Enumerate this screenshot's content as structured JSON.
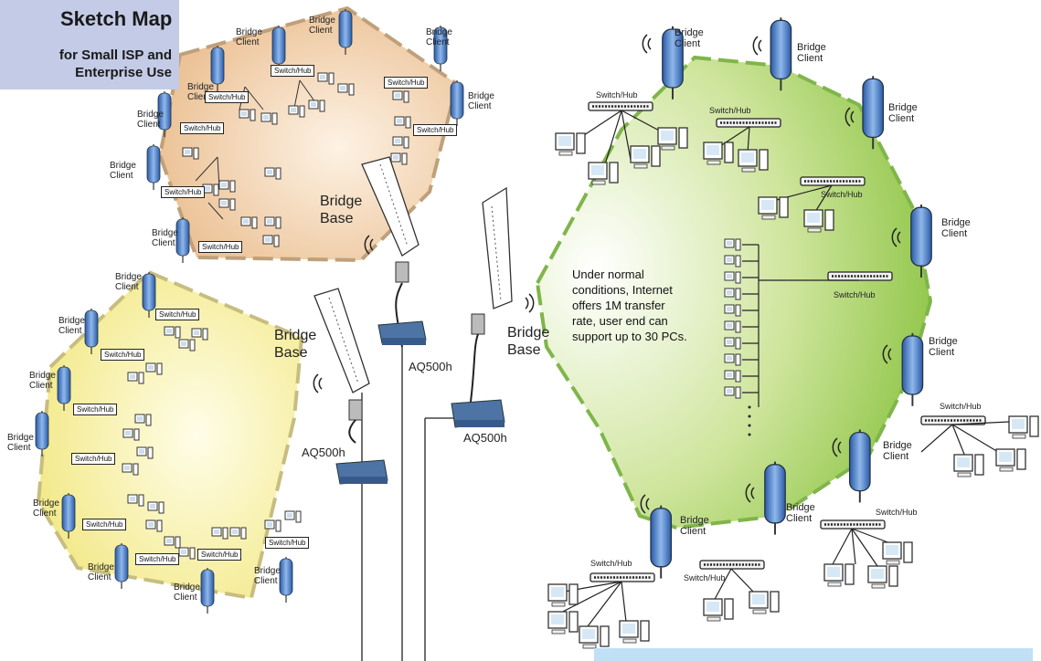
{
  "title": {
    "main": "Sketch Map",
    "line1": "for Small ISP and",
    "line2": "Enterprise Use"
  },
  "labels": {
    "bridge": "Bridge",
    "client": "Client",
    "base": "Base",
    "switch_hub": "Switch/Hub",
    "aq500h": "AQ500h"
  },
  "note": [
    "Under normal",
    "conditions, Internet",
    "offers 1M transfer",
    "rate, user end can",
    "support up to 30 PCs."
  ],
  "colors": {
    "orange_zone": "#ecc398",
    "yellow_zone": "#f3ea8e",
    "green_zone": "#8cc444",
    "title_box": "#c4cbe6",
    "router": "#4e74a6",
    "antenna": "#2a5aa8"
  }
}
